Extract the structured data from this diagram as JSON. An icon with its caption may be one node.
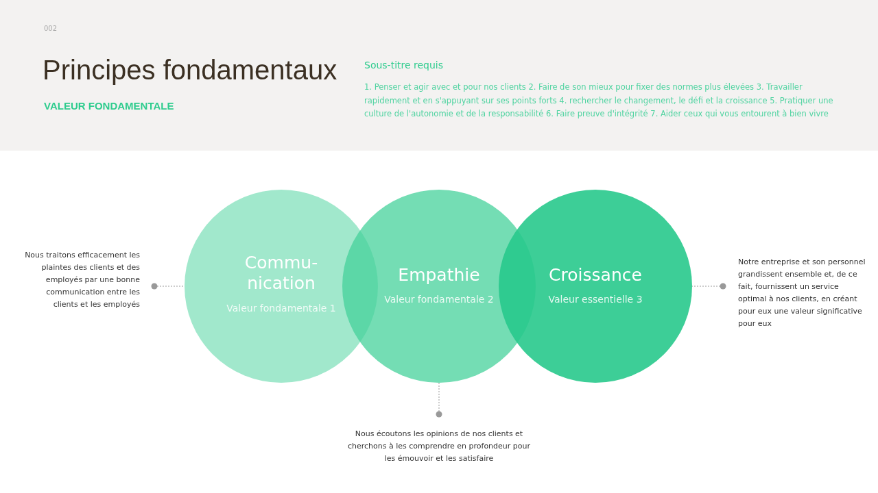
{
  "diagram": {
    "title": "Principes fondamentaux",
    "nodes": [
      {
        "text": [
          "Commu- nication",
          "Valeur fondamentale 1"
        ]
      },
      {
        "text": [
          "Empathie",
          "Valeur fondamentale 2"
        ]
      },
      {
        "text": [
          "Croissance",
          "Valeur essentielle 3"
        ]
      },
      {
        "text": [
          "Nous traitons efficacement les plaintes des clients et des employés par une bonne communication entre les clients et les employés"
        ]
      },
      {
        "text": [
          "Nous écoutons les opinions de nos clients et cherchons à les comprendre en profondeur pour les émouvoir et les satisfaire"
        ]
      },
      {
        "text": [
          "Notre entreprise et son personnel grandissent ensemble et, de ce fait, fournissent un service optimal à nos clients, en créant pour eux une valeur significative pour eux"
        ]
      }
    ],
    "edges": [
      {
        "from": 3,
        "to": 0,
        "arrow": "other",
        "style": "dashed"
      },
      {
        "from": 4,
        "to": 1,
        "arrow": "other",
        "style": "dashed"
      },
      {
        "from": 5,
        "to": 2,
        "arrow": "other",
        "style": "dashed"
      }
    ],
    "labels": [
      "002",
      "VALEUR FONDAMENTALE",
      "Sous-titre requis",
      "1. Penser et agir avec et pour nos clients 2. Faire de son mieux pour fixer des normes plus élevées 3. Travailler rapidement et en s'appuyant sur ses points forts 4. rechercher le changement, le défi et la croissance 5. Pratiquer une culture de l'autonomie et de la responsabilité 6. Faire preuve d'intégrité 7. Aider ceux qui vous entourent à bien vivre"
    ]
  }
}
